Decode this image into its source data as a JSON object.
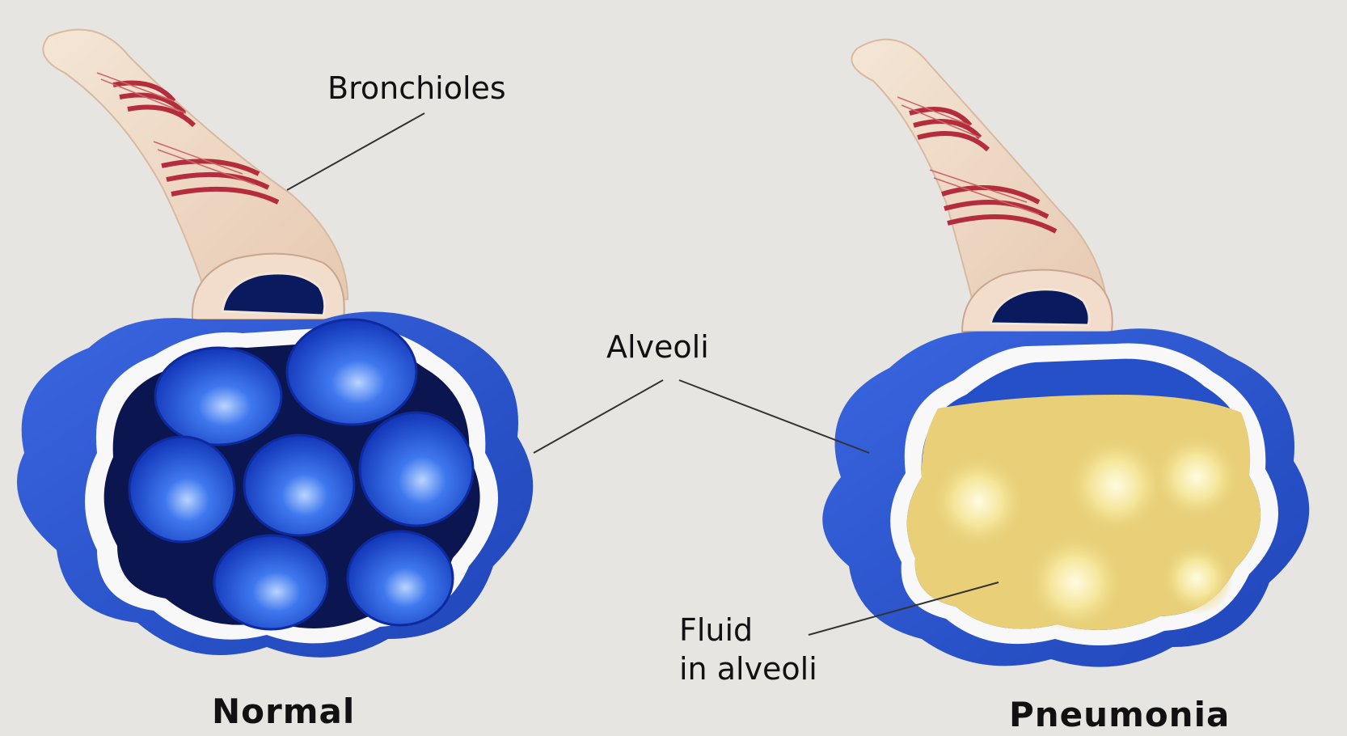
{
  "labels": {
    "bronchioles": "Bronchioles",
    "alveoli": "Alveoli",
    "fluid_line1": "Fluid",
    "fluid_line2": "in alveoli",
    "normal": "Normal",
    "pneumonia": "Pneumonia"
  },
  "colors": {
    "background": "#e6e5e1",
    "tube": "#efd8c4",
    "bands": "#b42d3c",
    "alveoli_blue": "#1f4ed8",
    "cluster_outer": "#2a58d6",
    "fluid_yellow": "#e8cf78"
  }
}
